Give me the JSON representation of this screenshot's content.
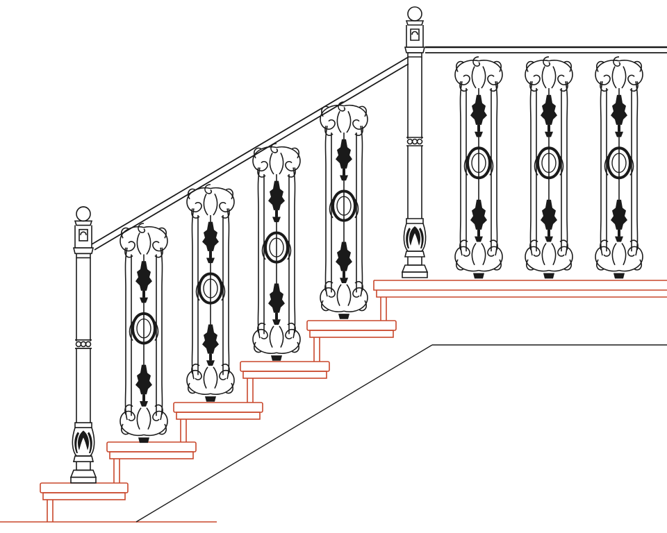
{
  "drawing": {
    "subject": "wrought-iron-stair-railing-elevation",
    "colors": {
      "ironwork": "#1a1a1a",
      "stair_treads": "#c8462a",
      "background": "#ffffff"
    },
    "components": {
      "newel_posts": 2,
      "stair_balusters": 4,
      "landing_balusters": 3,
      "steps": 6
    },
    "icons": [
      "newel-post-icon",
      "scroll-baluster-icon",
      "stair-tread-icon"
    ]
  }
}
